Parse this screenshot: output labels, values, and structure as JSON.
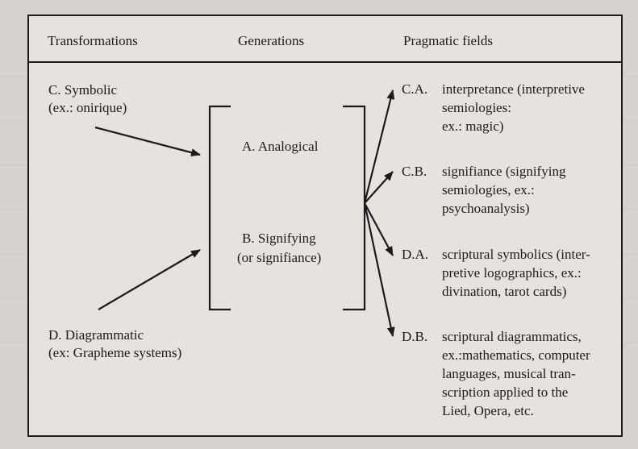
{
  "headers": {
    "transformations": "Transformations",
    "generations": "Generations",
    "pragmatic_fields": "Pragmatic fields"
  },
  "left": {
    "symbolic": {
      "title": "C. Symbolic",
      "example": "(ex.: onirique)"
    },
    "diagrammatic": {
      "title": "D. Diagrammatic",
      "example": "(ex:  Grapheme systems)"
    }
  },
  "middle": {
    "analogical": "A. Analogical",
    "signifying": "B. Signifying",
    "signifying_alt": "(or signifiance)"
  },
  "fields": [
    {
      "code": "C.A.",
      "lines": [
        "interpretance (interpretive",
        "semiologies:",
        "ex.: magic)"
      ]
    },
    {
      "code": "C.B.",
      "lines": [
        "signifiance (signifying",
        "semiologies, ex.:",
        "psychoanalysis)"
      ]
    },
    {
      "code": "D.A.",
      "lines": [
        "scriptural symbolics  (inter-",
        "pretive logographics, ex.:",
        "divination, tarot cards)"
      ]
    },
    {
      "code": "D.B.",
      "lines": [
        "scriptural diagrammatics,",
        "ex.:mathematics, computer",
        "languages, musical tran-",
        "scription applied to the",
        "Lied, Opera, etc."
      ]
    }
  ],
  "colors": {
    "ink": "#1c1a1a",
    "paper": "#e7e2df",
    "page": "#d9d3cf"
  }
}
